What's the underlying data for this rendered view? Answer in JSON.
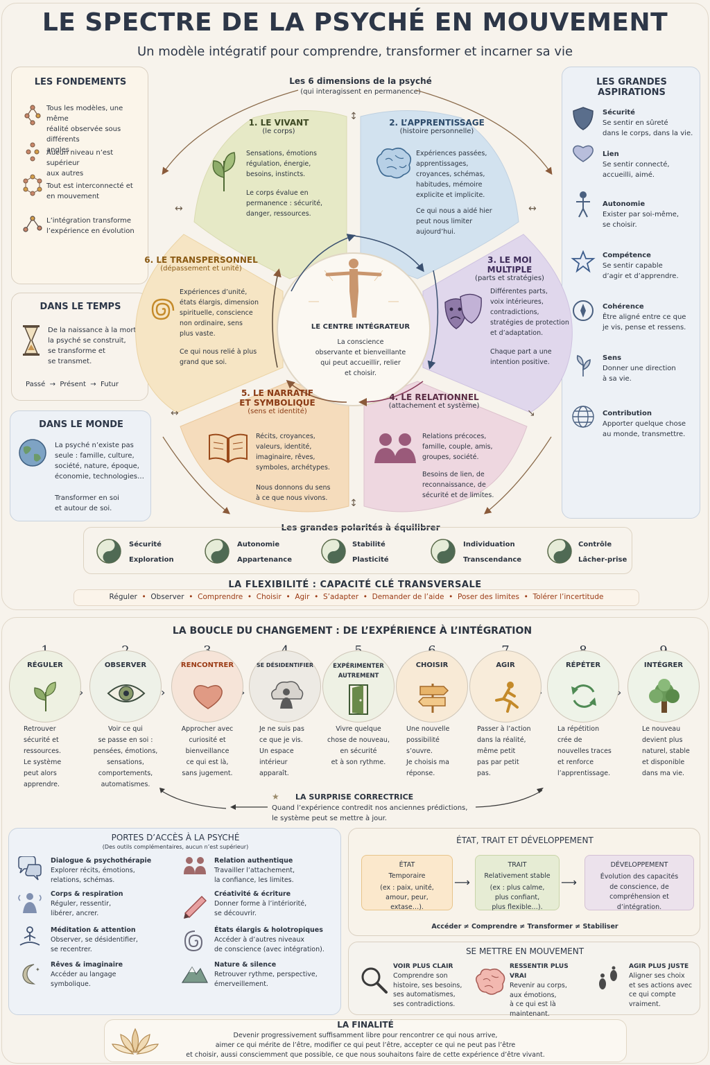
{
  "header": {
    "title": "LE SPECTRE DE LA PSYCHÉ EN MOUVEMENT",
    "subtitle": "Un modèle intégratif pour comprendre, transformer et incarner sa vie"
  },
  "fondements": {
    "title": "LES FONDEMENTS",
    "items": [
      "Tous les modèles, une même\nréalité observée sous différents\nangles",
      "Aucun niveau n’est supérieur\naux autres",
      "Tout est interconnecté et\nen mouvement",
      "L’intégration transforme\nl’expérience en évolution"
    ]
  },
  "temps": {
    "title": "DANS LE TEMPS",
    "text": "De la naissance à la mort,\nla psyché se construit,\nse transforme et\nse transmet.",
    "timeline": [
      "Passé",
      "Présent",
      "Futur"
    ]
  },
  "monde": {
    "title": "DANS LE MONDE",
    "text": "La psyché n’existe pas\nseule : famille, culture,\nsociété, nature, époque,\néconomie, technologies…",
    "text2": "Transformer en soi\net autour de soi."
  },
  "dimensions": {
    "title": "Les 6 dimensions de la psyché",
    "subtitle": "(qui interagissent en permanence)",
    "d1": {
      "title": "1. LE VIVANT",
      "sub": "(le corps)",
      "body": "Sensations, émotions\nrégulation, énergie,\nbesoins, instincts.",
      "body2": "Le corps évalue en\npermanence : sécurité,\ndanger, ressources."
    },
    "d2": {
      "title": "2. L’APPRENTISSAGE",
      "sub": "(histoire personnelle)",
      "body": "Expériences passées,\napprentissages,\ncroyances, schémas,\nhabitudes, mémoire\nexplicite et implicite.",
      "body2": "Ce qui nous a aidé hier\npeut nous limiter\naujourd’hui."
    },
    "d3": {
      "title": "3. LE MOI MULTIPLE",
      "sub": "(parts et stratégies)",
      "body": "Différentes parts,\nvoix intérieures,\ncontradictions,\nstratégies de protection\net d’adaptation.",
      "body2": "Chaque part a une\nintention positive."
    },
    "d4": {
      "title": "4. LE RELATIONNEL",
      "sub": "(attachement et système)",
      "body": "Relations précoces,\nfamille, couple, amis,\ngroupes, société.",
      "body2": "Besoins de lien, de\nreconnaissance, de\nsécurité et de limites."
    },
    "d5": {
      "title": "5. LE NARRATIF\nET SYMBOLIQUE",
      "sub": "(sens et identité)",
      "body": "Récits, croyances,\nvaleurs, identité,\nimaginaire, rêves,\nsymboles, archétypes.",
      "body2": "Nous donnons du sens\nà ce que nous vivons."
    },
    "d6": {
      "title": "6. LE TRANSPERSONNEL",
      "sub": "(dépassement et unité)",
      "body": "Expériences d’unité,\nétats élargis, dimension\nspirituelle, conscience\nnon ordinaire, sens\nplus vaste.",
      "body2": "Ce qui nous relié à plus\ngrand que soi."
    },
    "center": {
      "title": "LE CENTRE INTÉGRATEUR",
      "body": "La conscience\nobservante et bienveillante\nqui peut accueillir, relier\net choisir."
    }
  },
  "aspirations": {
    "title": "LES GRANDES ASPIRATIONS",
    "items": [
      {
        "label": "Sécurité",
        "text": "Se sentir en sûreté\ndans le corps, dans la vie."
      },
      {
        "label": "Lien",
        "text": "Se sentir connecté,\naccueilli, aimé."
      },
      {
        "label": "Autonomie",
        "text": "Exister par soi-même,\nse choisir."
      },
      {
        "label": "Compétence",
        "text": "Se sentir capable\nd’agir et d’apprendre."
      },
      {
        "label": "Cohérence",
        "text": "Être aligné entre ce que\nje vis, pense et ressens."
      },
      {
        "label": "Sens",
        "text": "Donner une direction\nà sa vie."
      },
      {
        "label": "Contribution",
        "text": "Apporter quelque chose\nau monde, transmettre."
      }
    ]
  },
  "polarites": {
    "title": "Les grandes polarités à équilibrer",
    "items": [
      [
        "Sécurité",
        "Exploration"
      ],
      [
        "Autonomie",
        "Appartenance"
      ],
      [
        "Stabilité",
        "Plasticité"
      ],
      [
        "Individuation",
        "Transcendance"
      ],
      [
        "Contrôle",
        "Lâcher-prise"
      ]
    ]
  },
  "flexibilite": {
    "title": "LA FLEXIBILITÉ : CAPACITÉ CLÉ TRANSVERSALE",
    "items": [
      "Réguler",
      "Observer",
      "Comprendre",
      "Choisir",
      "Agir",
      "S’adapter",
      "Demander de l’aide",
      "Poser des limites",
      "Tolérer l’incertitude"
    ]
  },
  "boucle": {
    "title": "LA BOUCLE DU CHANGEMENT : DE L’EXPÉRIENCE À L’INTÉGRATION",
    "steps": [
      {
        "n": "1",
        "title": "RÉGULER",
        "desc": "Retrouver\nsécurité et\nressources.\nLe système\npeut alors\napprendre."
      },
      {
        "n": "2",
        "title": "OBSERVER",
        "desc": "Voir ce qui\nse passe en soi :\npensées, émotions,\nsensations,\ncomportements,\nautomatismes."
      },
      {
        "n": "3",
        "title": "RENCONTRER",
        "desc": "Approcher avec\ncuriosité et\nbienveillance\nce qui est là,\nsans jugement."
      },
      {
        "n": "4",
        "title": "SE DÉSIDENTIFIER",
        "desc": "Je ne suis pas\nce que je vis.\nUn espace\nintérieur\napparaît."
      },
      {
        "n": "5",
        "title": "EXPÉRIMENTER\nAUTREMENT",
        "desc": "Vivre quelque\nchose de nouveau,\nen sécurité\net à son rythme."
      },
      {
        "n": "6",
        "title": "CHOISIR",
        "desc": "Une nouvelle\npossibilité\ns’ouvre.\nJe choisis ma\nréponse."
      },
      {
        "n": "7",
        "title": "AGIR",
        "desc": "Passer à l’action\ndans la réalité,\nmême petit\npas par petit\npas."
      },
      {
        "n": "8",
        "title": "RÉPÉTER",
        "desc": "La répétition\ncrée de\nnouvelles traces\net renforce\nl’apprentissage."
      },
      {
        "n": "9",
        "title": "INTÉGRER",
        "desc": "Le nouveau\ndevient plus\nnaturel, stable\net disponible\ndans ma vie."
      }
    ],
    "surprise": {
      "title": "LA SURPRISE CORRECTRICE",
      "text": "Quand l’expérience contredit nos anciennes prédictions,\nle système peut se mettre à jour."
    }
  },
  "portes": {
    "title": "PORTES D’ACCÈS À LA PSYCHÉ",
    "subtitle": "(Des outils complémentaires, aucun n’est supérieur)",
    "items": [
      {
        "label": "Dialogue & psychothérapie",
        "text": "Explorer récits, émotions,\nrelations, schémas."
      },
      {
        "label": "Relation authentique",
        "text": "Travailler l’attachement,\nla confiance, les limites."
      },
      {
        "label": "Corps & respiration",
        "text": "Réguler, ressentir,\nlibérer, ancrer."
      },
      {
        "label": "Créativité & écriture",
        "text": "Donner forme à l’intériorité,\nse découvrir."
      },
      {
        "label": "Méditation & attention",
        "text": "Observer, se désidentifier,\nse recentrer."
      },
      {
        "label": "États élargis & holotropiques",
        "text": "Accéder à d’autres niveaux\nde conscience (avec intégration)."
      },
      {
        "label": "Rêves & imaginaire",
        "text": "Accéder au langage\nsymbolique."
      },
      {
        "label": "Nature & silence",
        "text": "Retrouver rythme, perspective,\némerveillement."
      }
    ]
  },
  "etat": {
    "title": "ÉTAT, TRAIT ET DÉVELOPPEMENT",
    "boxes": [
      {
        "title": "ÉTAT",
        "sub": "Temporaire",
        "text": "(ex : paix, unité,\namour, peur,\nextase…)."
      },
      {
        "title": "TRAIT",
        "sub": "Relativement stable",
        "text": "(ex : plus calme,\nplus confiant,\nplus flexible…)."
      },
      {
        "title": "DÉVELOPPEMENT",
        "sub": "",
        "text": "Évolution des capacités\nde conscience, de\ncompréhension et\nd’intégration."
      }
    ],
    "formula": "Accéder ≠ Comprendre ≠ Transformer ≠ Stabiliser"
  },
  "mouvement": {
    "title": "SE METTRE EN MOUVEMENT",
    "items": [
      {
        "label": "VOIR PLUS CLAIR",
        "text": "Comprendre son\nhistoire, ses besoins,\nses automatismes,\nses contradictions."
      },
      {
        "label": "RESSENTIR PLUS VRAI",
        "text": "Revenir au corps,\naux émotions,\nà ce qui est là\nmaintenant."
      },
      {
        "label": "AGIR PLUS JUSTE",
        "text": "Aligner ses choix\net ses actions avec\nce qui compte\nvraiment."
      }
    ]
  },
  "finalite": {
    "title": "LA FINALITÉ",
    "text": "Devenir progressivement suffisamment libre pour rencontrer ce qui nous arrive,\naimer ce qui mérite de l’être, modifier ce qui peut l’être, accepter ce qui ne peut pas l’être\net choisir, aussi consciemment que possible, ce que nous souhaitons faire de cette expérience d’être vivant."
  },
  "colors": {
    "vivant": "#e4e8c4",
    "apprentissage": "#cfdfee",
    "moi": "#ddd4ea",
    "relationnel": "#ecd4de",
    "narratif": "#f4d9b8",
    "transpersonnel": "#f4e2bf",
    "accent": "#2d3748"
  }
}
